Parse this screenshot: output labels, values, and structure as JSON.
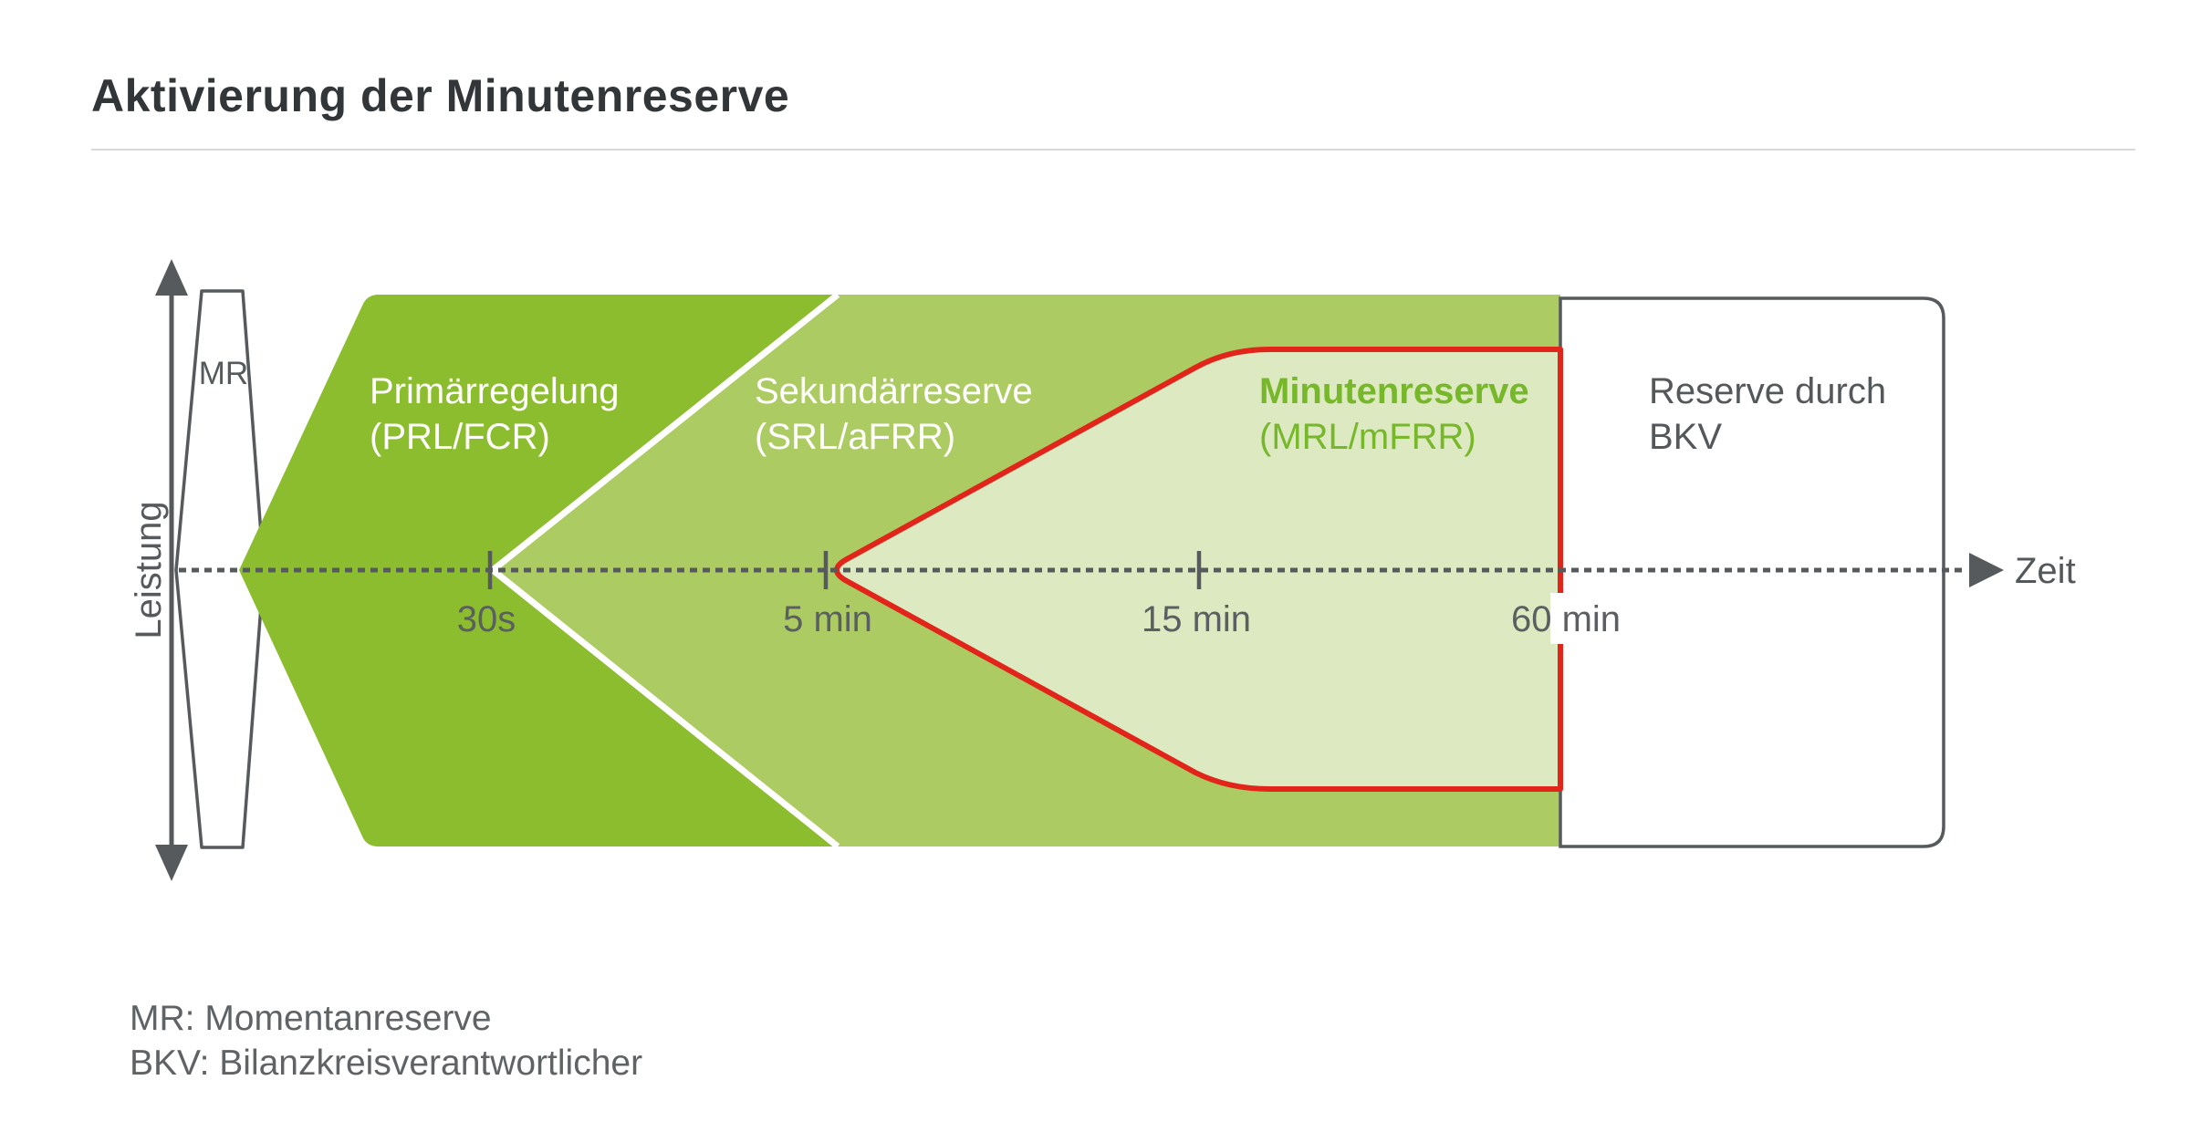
{
  "title": "Aktivierung der Minutenreserve",
  "axes": {
    "y_label": "Leistung",
    "x_label": "Zeit"
  },
  "mr_shape": {
    "label": "MR"
  },
  "bands": [
    {
      "name": "Primärregelung",
      "abbr": "(PRL/FCR)",
      "fill": "#8bbd2e",
      "text_color": "#ffffff"
    },
    {
      "name": "Sekundärreserve",
      "abbr": "(SRL/aFRR)",
      "fill": "#adcb63",
      "text_color": "#ffffff"
    },
    {
      "name": "Minutenreserve",
      "abbr": "(MRL/mFRR)",
      "fill": "#dde9c0",
      "outline": "#e1251b",
      "text_color": "#76b82a"
    },
    {
      "name": "Reserve durch",
      "abbr": "BKV",
      "fill": "#ffffff",
      "outline": "#565a5c",
      "text_color": "#54585a"
    }
  ],
  "timeline": {
    "ticks": [
      "30s",
      "5 min",
      "15 min",
      "60 min"
    ],
    "line_color": "#565a5c"
  },
  "legend": {
    "mr": "MR: Momentanreserve",
    "bkv": "BKV: Bilanzkreisverantwortlicher"
  }
}
